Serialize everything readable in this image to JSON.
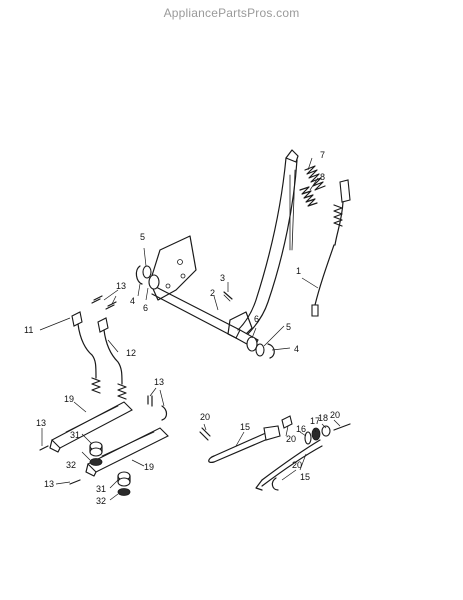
{
  "watermark": "AppliancePartsPros.com",
  "callouts": {
    "c1": "1",
    "c2": "2",
    "c3": "3",
    "c4a": "4",
    "c4b": "4",
    "c5a": "5",
    "c5b": "5",
    "c6a": "6",
    "c6b": "6",
    "c7": "7",
    "c8": "8",
    "c11": "11",
    "c12": "12",
    "c13a": "13",
    "c13b": "13",
    "c13c": "13",
    "c13d": "13",
    "c15a": "15",
    "c15b": "15",
    "c16": "16",
    "c17": "17",
    "c18": "18",
    "c19a": "19",
    "c19b": "19",
    "c20a": "20",
    "c20b": "20",
    "c20c": "20",
    "c20d": "20",
    "c31a": "31",
    "c31b": "31",
    "c32a": "32",
    "c32b": "32"
  }
}
